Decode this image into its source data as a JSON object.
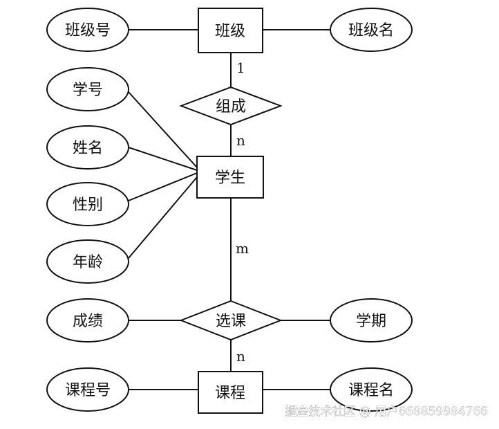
{
  "entities": {
    "class": "班级",
    "student": "学生",
    "course": "课程"
  },
  "relationships": {
    "compose": "组成",
    "select": "选课"
  },
  "attributes": {
    "class_no": "班级号",
    "class_name": "班级名",
    "student_no": "学号",
    "name": "姓名",
    "gender": "性别",
    "age": "年龄",
    "score": "成绩",
    "term": "学期",
    "course_no": "课程号",
    "course_name": "课程名"
  },
  "cardinalities": {
    "class_compose": "1",
    "compose_student": "n",
    "student_select": "m",
    "select_course": "n"
  },
  "watermark": "掘金技术社区 @ 用户668859984766"
}
